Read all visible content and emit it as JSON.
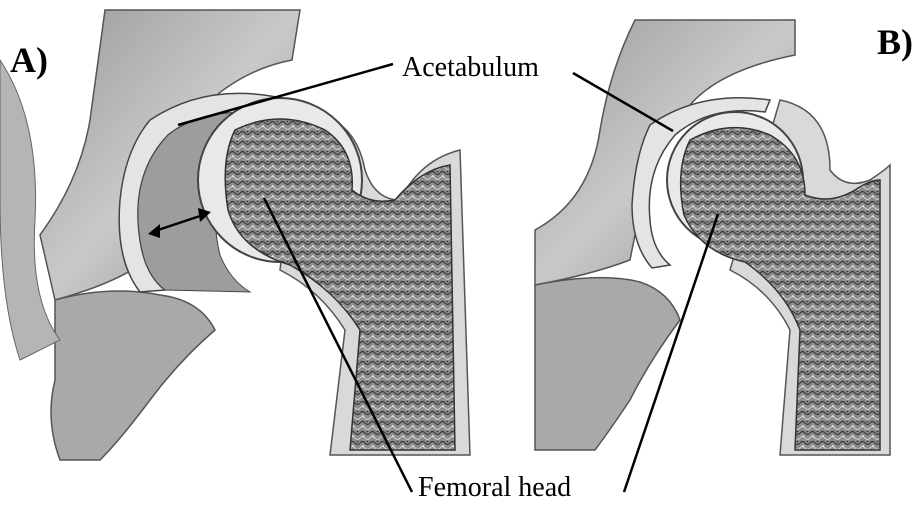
{
  "panels": [
    {
      "label": "A)"
    },
    {
      "label": "B)"
    }
  ],
  "callouts": {
    "acetabulum": "Acetabulum",
    "femoral_head": "Femoral head"
  }
}
